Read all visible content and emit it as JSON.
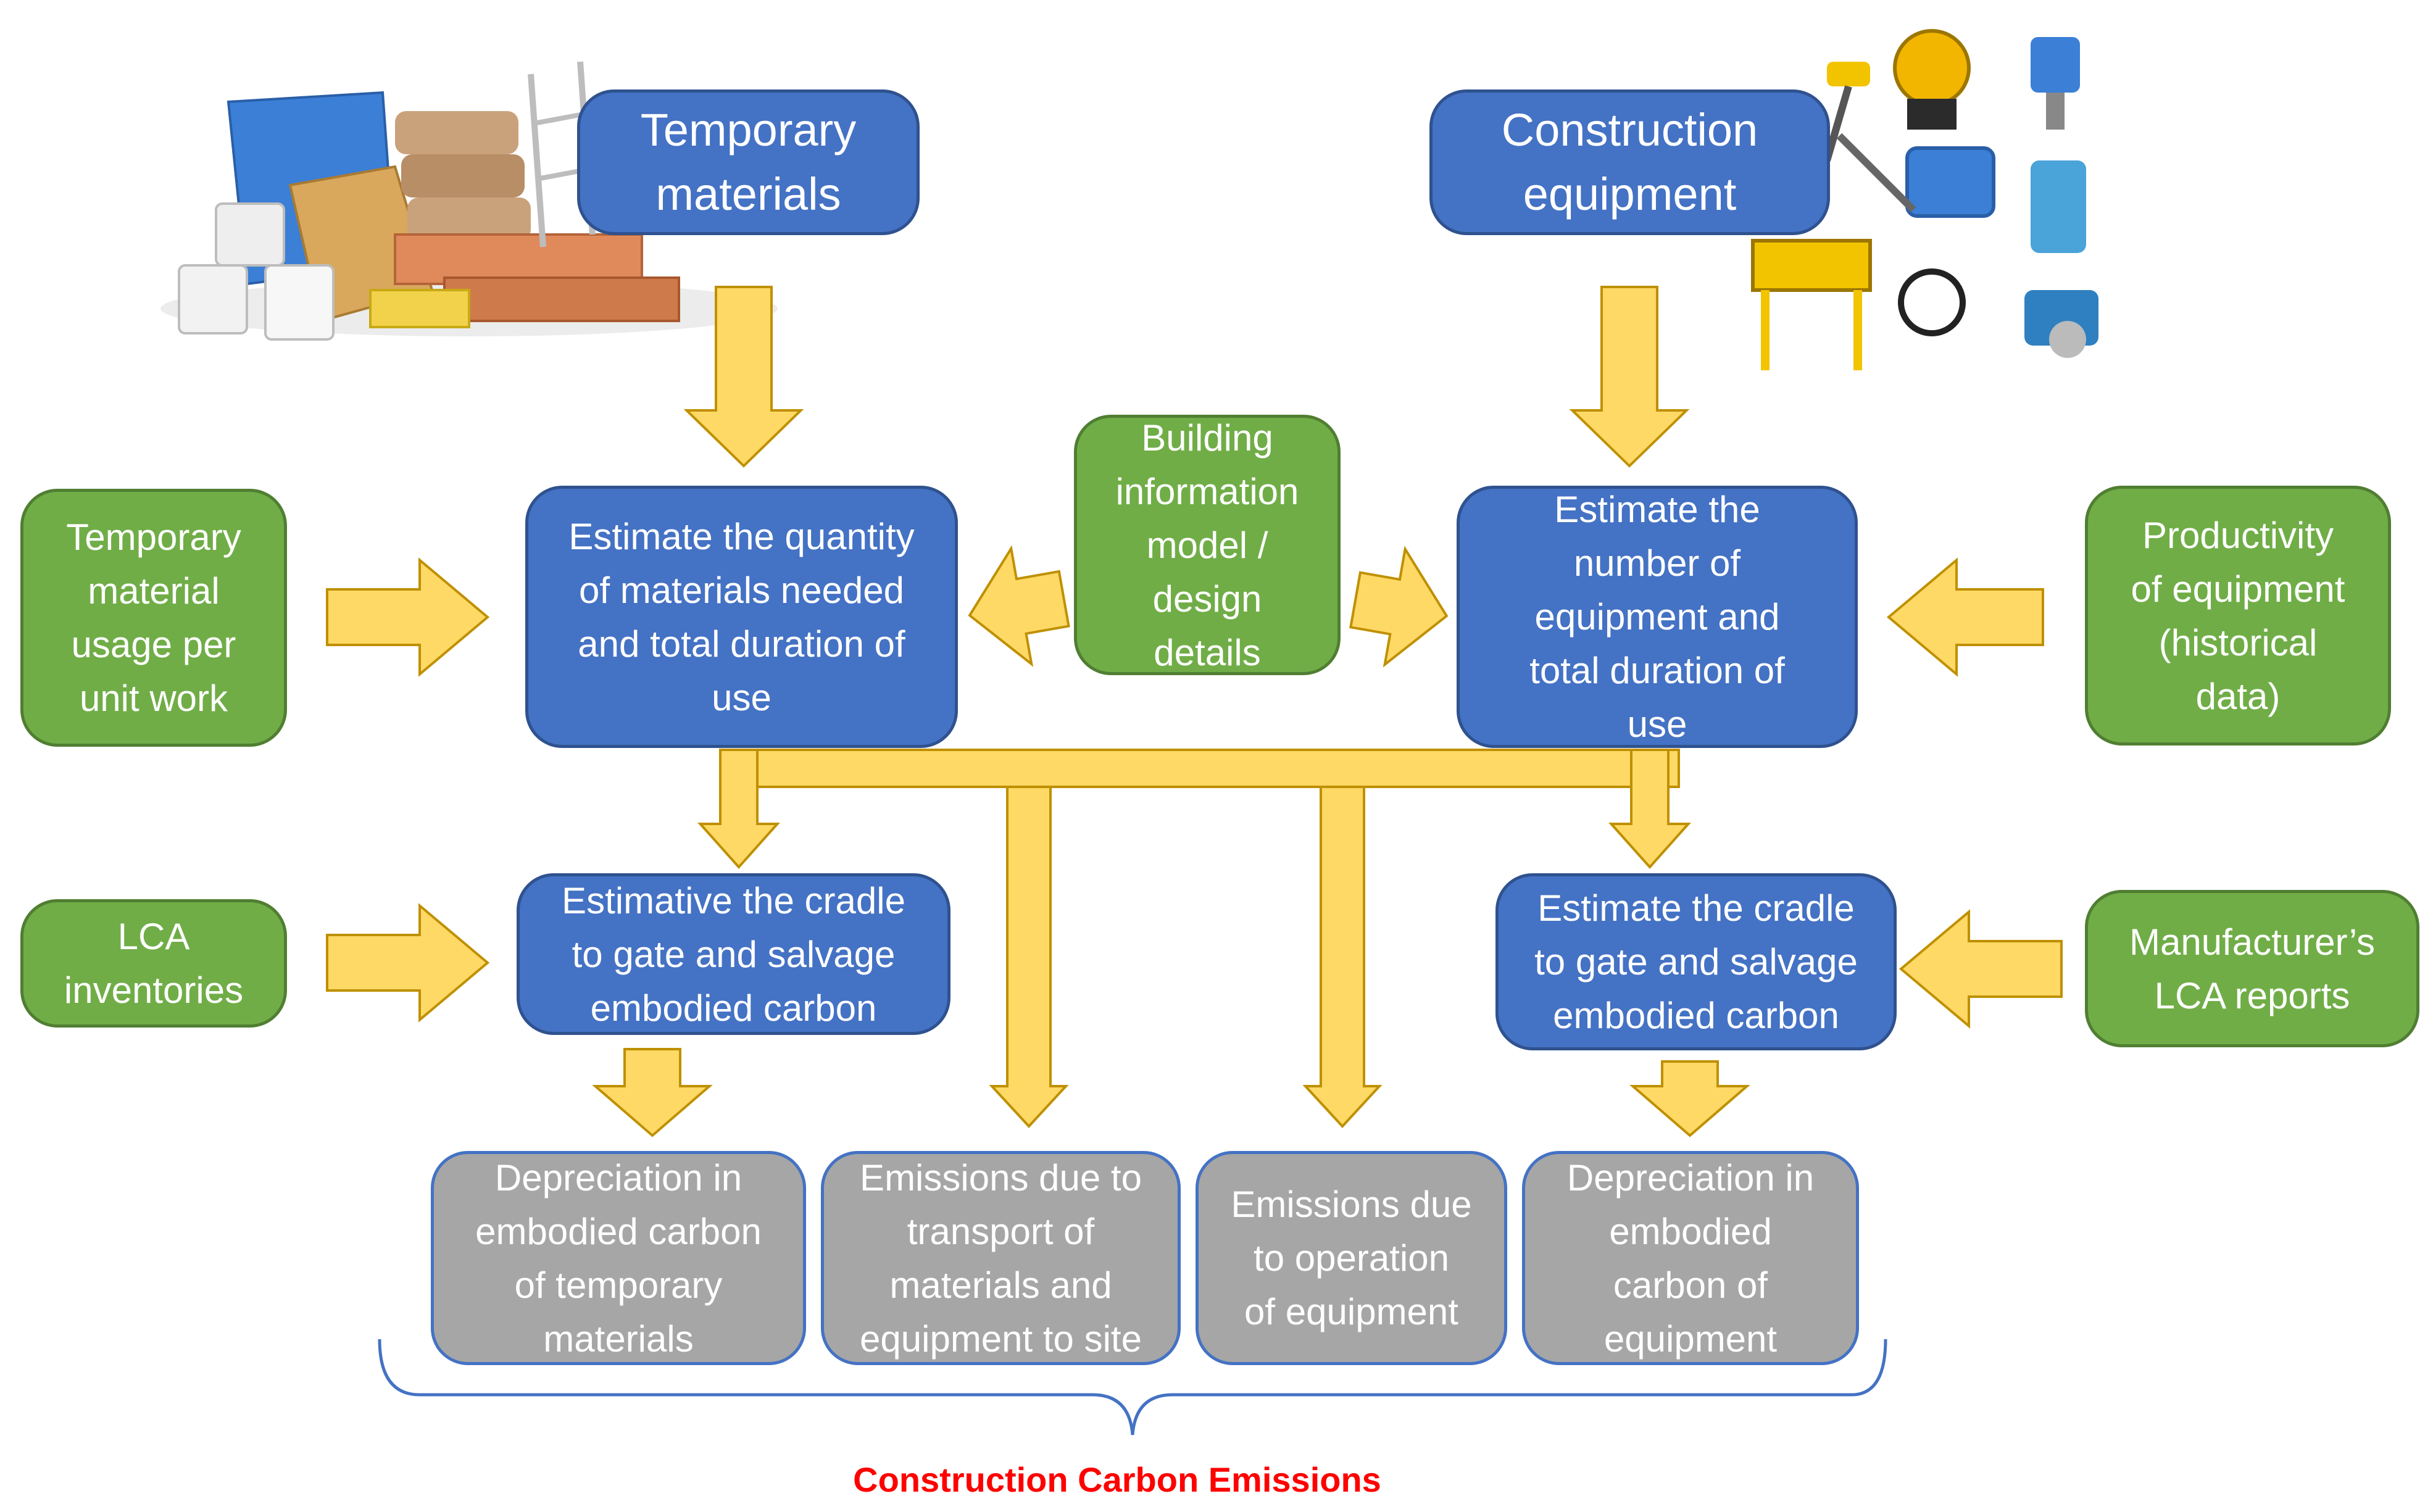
{
  "colors": {
    "process_box": "#4472C4",
    "input_box": "#70AD47",
    "output_box": "#A6A6A6",
    "arrow": "#FFD966",
    "footer_label": "#FF0000"
  },
  "top_sources": {
    "temporary_materials": "Temporary\nmaterials",
    "construction_equipment": "Construction\nequipment"
  },
  "inputs": {
    "temp_material_usage": "Temporary\nmaterial\nusage per\nunit work",
    "bim_design": "Building\ninformation\nmodel /\ndesign\ndetails",
    "equipment_productivity": "Productivity\nof equipment\n(historical\ndata)",
    "lca_inventories": "LCA\ninventories",
    "manufacturer_lca": "Manufacturer’s\nLCA reports"
  },
  "process": {
    "estimate_materials": "Estimate the quantity\nof materials needed\nand total duration of\nuse",
    "estimate_equipment": "Estimate the\nnumber of\nequipment and\ntotal duration of\nuse",
    "embodied_materials": "Estimative the cradle\nto gate and salvage\nembodied carbon",
    "embodied_equipment": "Estimate the cradle\nto gate and salvage\nembodied carbon"
  },
  "outputs": {
    "depreciation_materials": "Depreciation in\nembodied carbon\nof temporary\nmaterials",
    "transport_emissions": "Emissions due to\ntransport of\nmaterials and\nequipment to site",
    "operation_emissions": "Emissions due\nto operation\nof equipment",
    "depreciation_equipment": "Depreciation in\nembodied\ncarbon of\nequipment"
  },
  "footer_label": "Construction Carbon Emissions",
  "images": {
    "materials_picture": "construction-materials-photo",
    "equipment_picture": "construction-equipment-photo"
  }
}
